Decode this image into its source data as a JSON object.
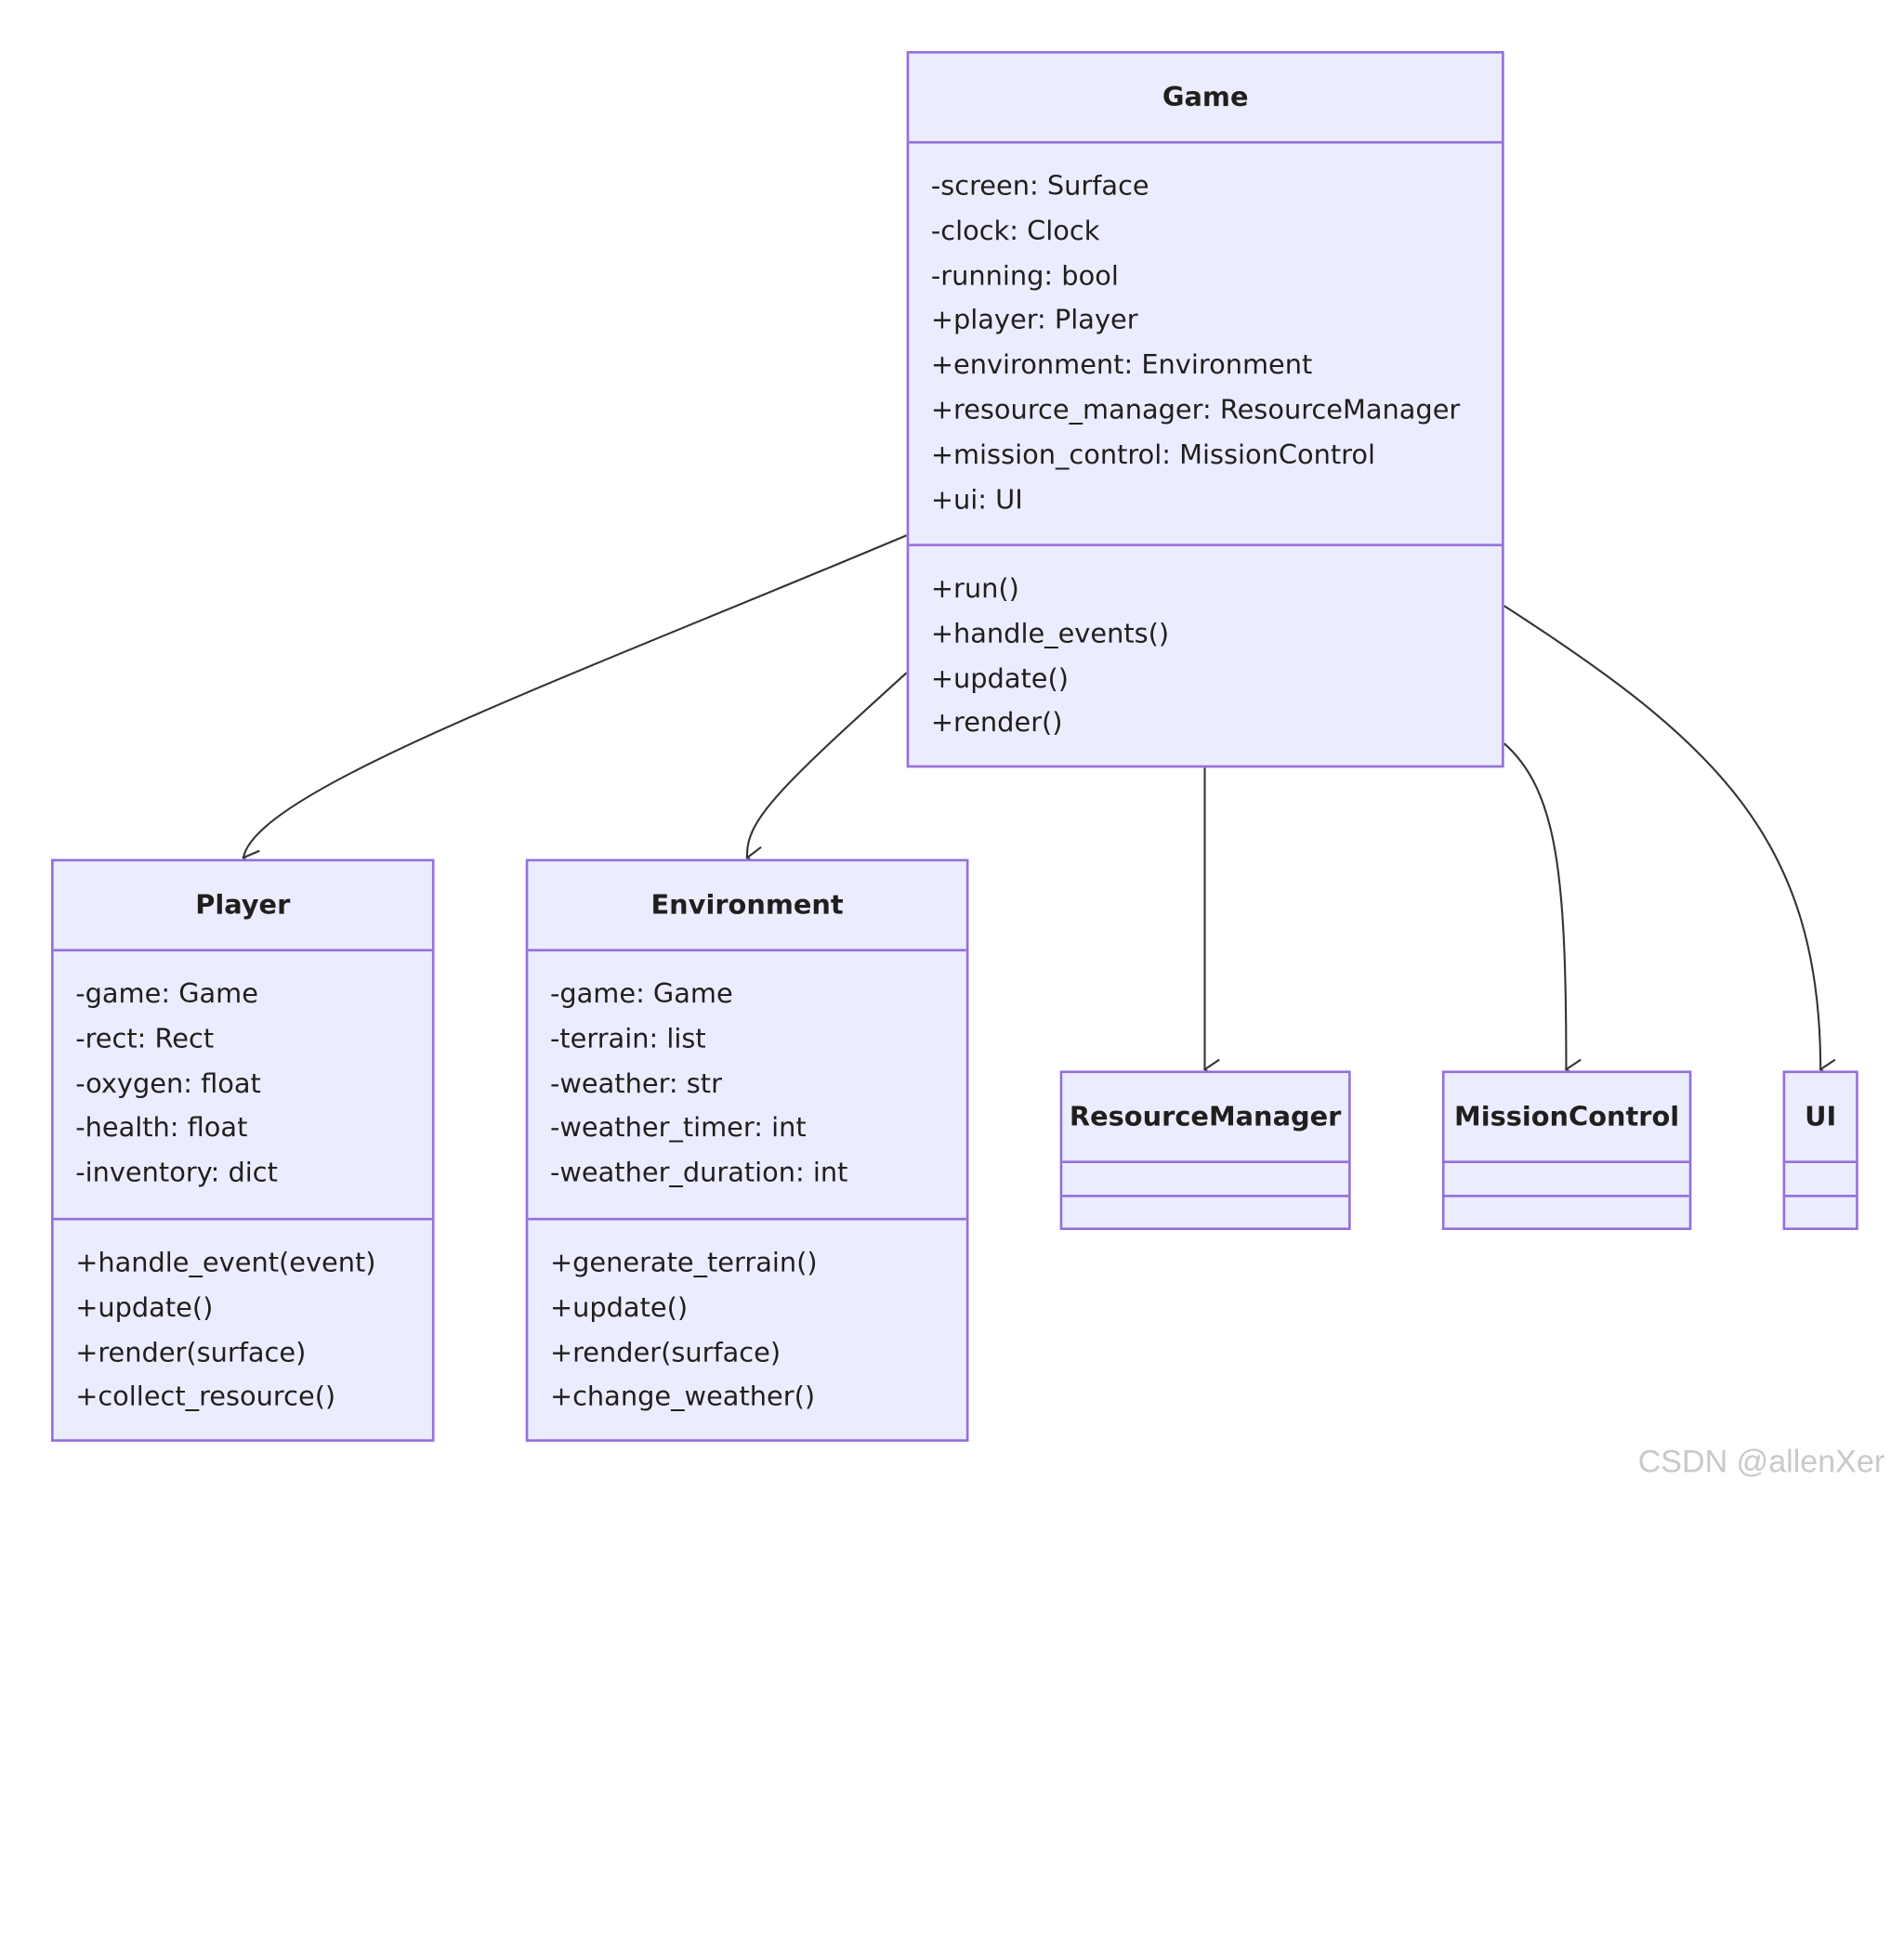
{
  "classes": {
    "game": {
      "name": "Game",
      "attributes": [
        "-screen: Surface",
        "-clock: Clock",
        "-running: bool",
        "+player: Player",
        "+environment: Environment",
        "+resource_manager: ResourceManager",
        "+mission_control: MissionControl",
        "+ui: UI"
      ],
      "methods": [
        "+run()",
        "+handle_events()",
        "+update()",
        "+render()"
      ]
    },
    "player": {
      "name": "Player",
      "attributes": [
        "-game: Game",
        "-rect: Rect",
        "-oxygen: float",
        "-health: float",
        "-inventory: dict"
      ],
      "methods": [
        "+handle_event(event)",
        "+update()",
        "+render(surface)",
        "+collect_resource()"
      ]
    },
    "environment": {
      "name": "Environment",
      "attributes": [
        "-game: Game",
        "-terrain: list",
        "-weather: str",
        "-weather_timer: int",
        "-weather_duration: int"
      ],
      "methods": [
        "+generate_terrain()",
        "+update()",
        "+render(surface)",
        "+change_weather()"
      ]
    },
    "resource_manager": {
      "name": "ResourceManager"
    },
    "mission_control": {
      "name": "MissionControl"
    },
    "ui": {
      "name": "UI"
    }
  },
  "relationships": [
    {
      "from": "Game",
      "to": "Player"
    },
    {
      "from": "Game",
      "to": "Environment"
    },
    {
      "from": "Game",
      "to": "ResourceManager"
    },
    {
      "from": "Game",
      "to": "MissionControl"
    },
    {
      "from": "Game",
      "to": "UI"
    }
  ],
  "watermark": "CSDN @allenXer",
  "colors": {
    "box_fill": "#ececff",
    "box_border": "#9370db",
    "edge": "#333333",
    "watermark": "#c9c9c9"
  }
}
